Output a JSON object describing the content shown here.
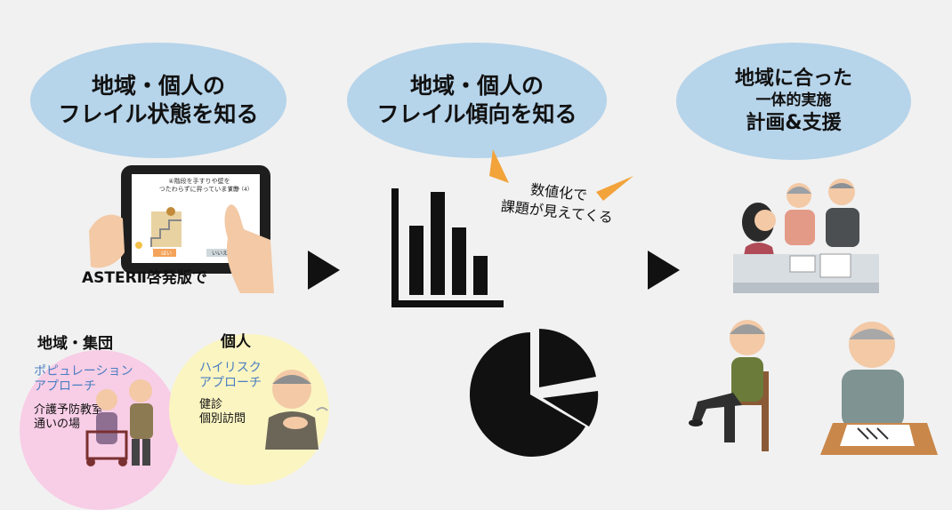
{
  "steps": [
    {
      "title_lines": [
        "地域・個人の",
        "フレイル状態を知る"
      ]
    },
    {
      "title_lines": [
        "地域・個人の",
        "フレイル傾向を知る"
      ]
    },
    {
      "title_lines": [
        "地域に合った",
        "一体的実施",
        "計画&支援"
      ]
    }
  ],
  "tablet": {
    "caption": "ASTERⅡ啓発版で",
    "question_lines": [
      "④階段を手すりや壁を",
      "つたわらずに昇っていますか"
    ],
    "corner_label": "質問（4）",
    "btn_yes": "はい",
    "btn_no": "いいえ"
  },
  "insight": {
    "lines": [
      "数値化で",
      "課題が見えてくる"
    ]
  },
  "community": {
    "heading": "地域・集団",
    "approach_lines": [
      "ポピュレーション",
      "アプローチ"
    ],
    "items": [
      "介護予防教室",
      "通いの場"
    ]
  },
  "individual": {
    "heading": "個人",
    "approach_lines": [
      "ハイリスク",
      "アプローチ"
    ],
    "items": [
      "健診",
      "個別訪問"
    ]
  },
  "colors": {
    "bubble": "#b6d4ea",
    "pink": "#f8cde6",
    "yellow": "#fbf5c2",
    "background": "#f1f1f1"
  },
  "icons": [
    "tablet-illustration",
    "bar-chart-icon",
    "pie-chart-icon",
    "consultation-illustration",
    "exercise-illustration",
    "writing-illustration"
  ]
}
